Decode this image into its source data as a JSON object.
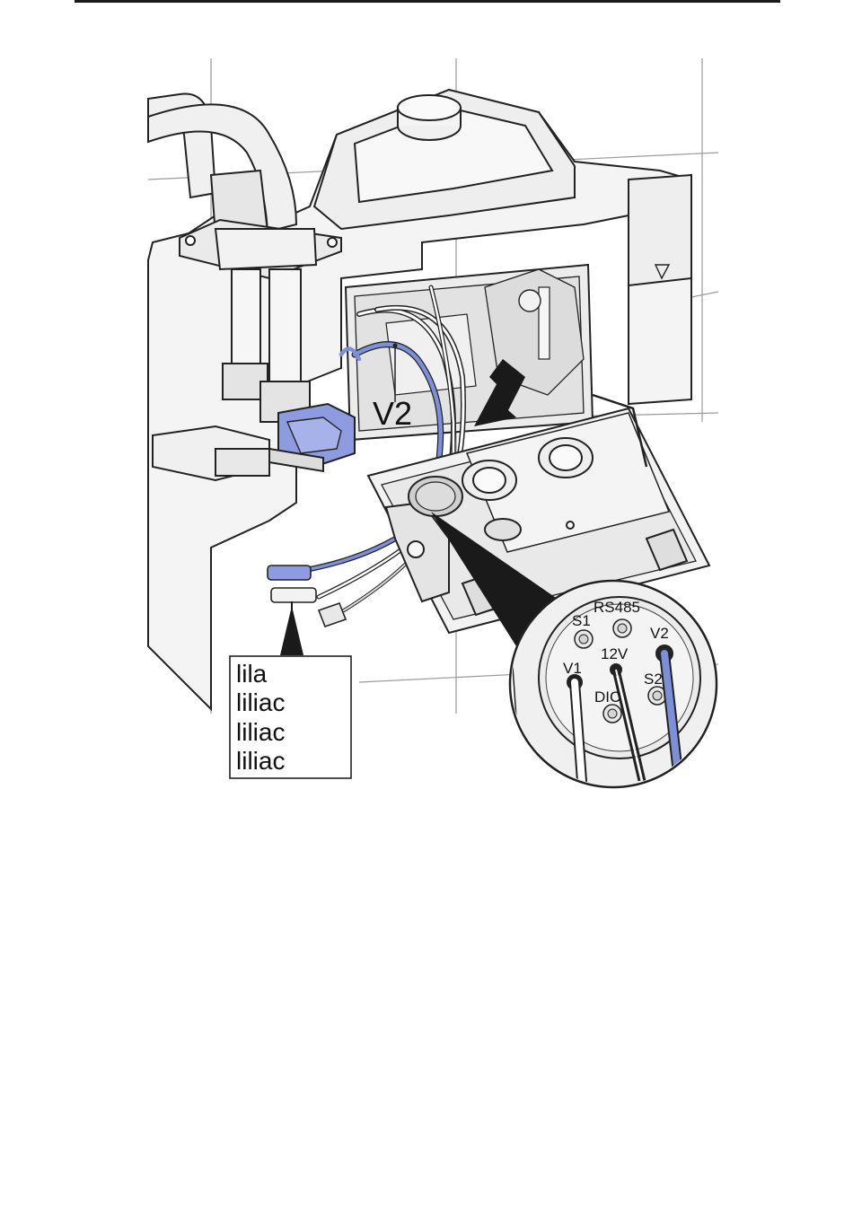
{
  "callout_main": {
    "label": "V2"
  },
  "color_legend": {
    "lines": [
      "lila",
      "liliac",
      "liliac",
      "liliac"
    ]
  },
  "connector_detail": {
    "labels": {
      "rs485": "RS485",
      "s1": "S1",
      "v2": "V2",
      "v1": "V1",
      "v12": "12V",
      "dic": "DIC",
      "s2": "S2"
    }
  },
  "colors": {
    "cable_blue": "#7d8fd6",
    "housing_blue": "#8f9be0",
    "line": "#222222",
    "panel_fill": "#f2f2f2"
  }
}
